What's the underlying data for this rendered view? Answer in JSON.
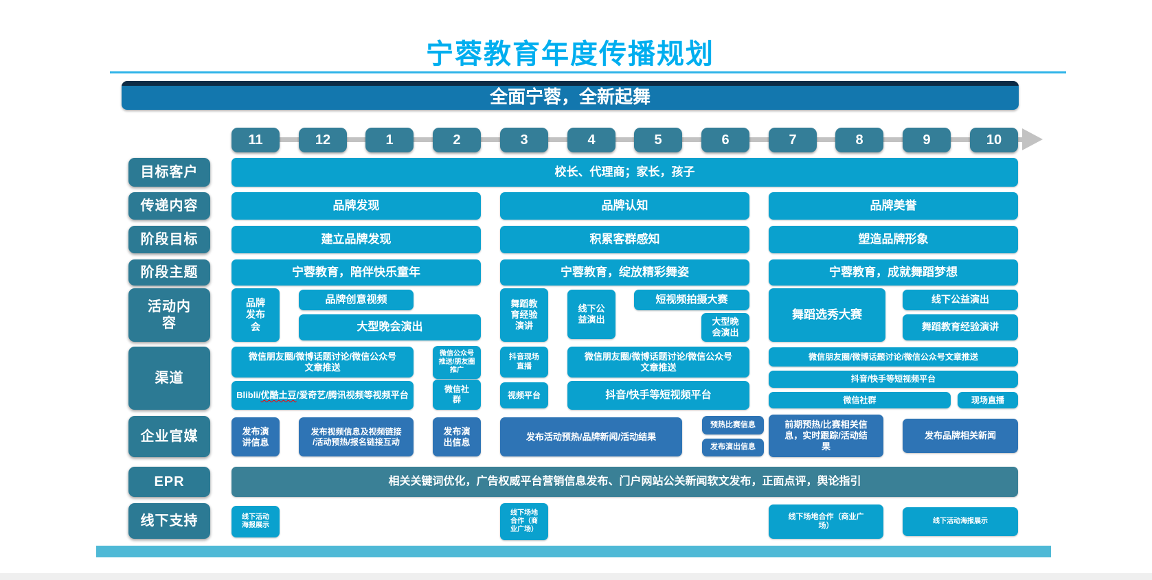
{
  "title": "宁蓉教育年度传播规划",
  "banner": "全面宁蓉，全新起舞",
  "palette": {
    "title_blue": "#00AEEF",
    "banner_blue": "#1377AE",
    "teal_dark": "#2C7A94",
    "teal_month": "#347E98",
    "cyan_box": "#0AA1CE",
    "blue_box": "#2E74B5",
    "bottom_strip": "#4FB9D6",
    "spellcheck_red": "#FF0000"
  },
  "timeline": {
    "months": [
      "11",
      "12",
      "1",
      "2",
      "3",
      "4",
      "5",
      "6",
      "7",
      "8",
      "9",
      "10"
    ]
  },
  "row_labels": {
    "target": "目标客户",
    "message": "传递内容",
    "goal": "阶段目标",
    "theme": "阶段主题",
    "activity": "活动内\n容",
    "channel": "渠道",
    "media": "企业官媒",
    "epr": "EPR",
    "offline": "线下支持"
  },
  "target": {
    "value": "校长、代理商；家长，孩子"
  },
  "message": {
    "p1": "品牌发现",
    "p2": "品牌认知",
    "p3": "品牌美誉"
  },
  "goal": {
    "p1": "建立品牌发现",
    "p2": "积累客群感知",
    "p3": "塑造品牌形象"
  },
  "theme": {
    "p1": "宁蓉教育，陪伴快乐童年",
    "p2": "宁蓉教育，绽放精彩舞姿",
    "p3": "宁蓉教育，成就舞蹈梦想"
  },
  "activity": {
    "launch": "品牌\n发布\n会",
    "creative_video": "品牌创意视频",
    "gala1": "大型晚会演出",
    "dance_lecture2": "舞蹈教\n育经验\n演讲",
    "charity2": "线下公\n益演出",
    "short_video_contest": "短视频拍摄大赛",
    "gala2": "大型晚\n会演出",
    "talent_show": "舞蹈选秀大赛",
    "charity3": "线下公益演出",
    "dance_lecture3": "舞蹈教育经验演讲"
  },
  "channel": {
    "wechat_wide1": "微信朋友圈/微博话题讨论/微信公众号\n文章推送",
    "wechat_small": "微信公众号\n推送/朋友圈\n推广",
    "douyin_live": "抖音现场\n直播",
    "wechat_wide2": "微信朋友圈/微博话题讨论/微信公众号\n文章推送",
    "video_platforms_pre": "Blibli/",
    "video_platforms_wavy": "优酷土豆",
    "video_platforms_post": "/爱奇艺/腾讯视频等视频平台",
    "wechat_group_small": "微信社\n群",
    "video_platform": "视频平台",
    "short_video2": "抖音/快手等短视频平台",
    "wechat_wide3": "微信朋友圈/微博话题讨论/微信公众号文章推送",
    "short_video3": "抖音/快手等短视频平台",
    "wechat_group3": "微信社群",
    "live3": "现场直播"
  },
  "media": {
    "m1": "发布演\n讲信息",
    "m2": "发布视频信息及视频链接\n/活动预热/报名链接互动",
    "m3": "发布演\n出信息",
    "m4": "发布活动预热/品牌新闻/活动结果",
    "m5": "预热比赛信息",
    "m6": "发布演出信息",
    "m7": "前期预热/比赛相关信\n息，实时跟踪/活动结\n果",
    "m8": "发布品牌相关新闻"
  },
  "epr": {
    "value": "相关关键词优化，广告权威平台营销信息发布、门户网站公关新闻软文发布，正面点评，舆论指引"
  },
  "offline": {
    "o1": "线下活动\n海报展示",
    "o2": "线下场地\n合作（商\n业广场）",
    "o3": "线下场地合作（商业广\n场）",
    "o4": "线下活动海报展示"
  }
}
